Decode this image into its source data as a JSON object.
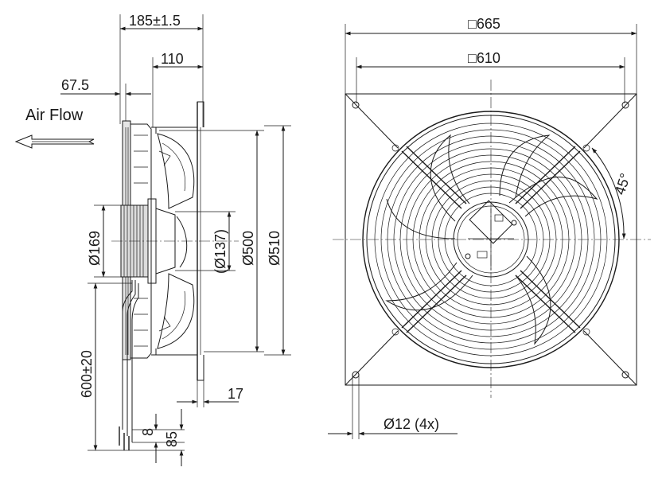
{
  "side_view": {
    "air_flow": "Air Flow",
    "depth_total": "185±1.5",
    "depth_guard": "110",
    "depth_front": "67.5",
    "diameter_hub": "Ø169",
    "diameter_rotor": "(Ø137)",
    "diameter_inner": "Ø500",
    "diameter_outer": "Ø510",
    "cable_length": "600±20",
    "plate_thickness": "17",
    "cable_strip": "8",
    "cable_end": "85"
  },
  "front_view": {
    "frame_outer": "□665",
    "frame_holes": "□610",
    "angle": "45°",
    "hole_spec": "Ø12 (4x)"
  }
}
